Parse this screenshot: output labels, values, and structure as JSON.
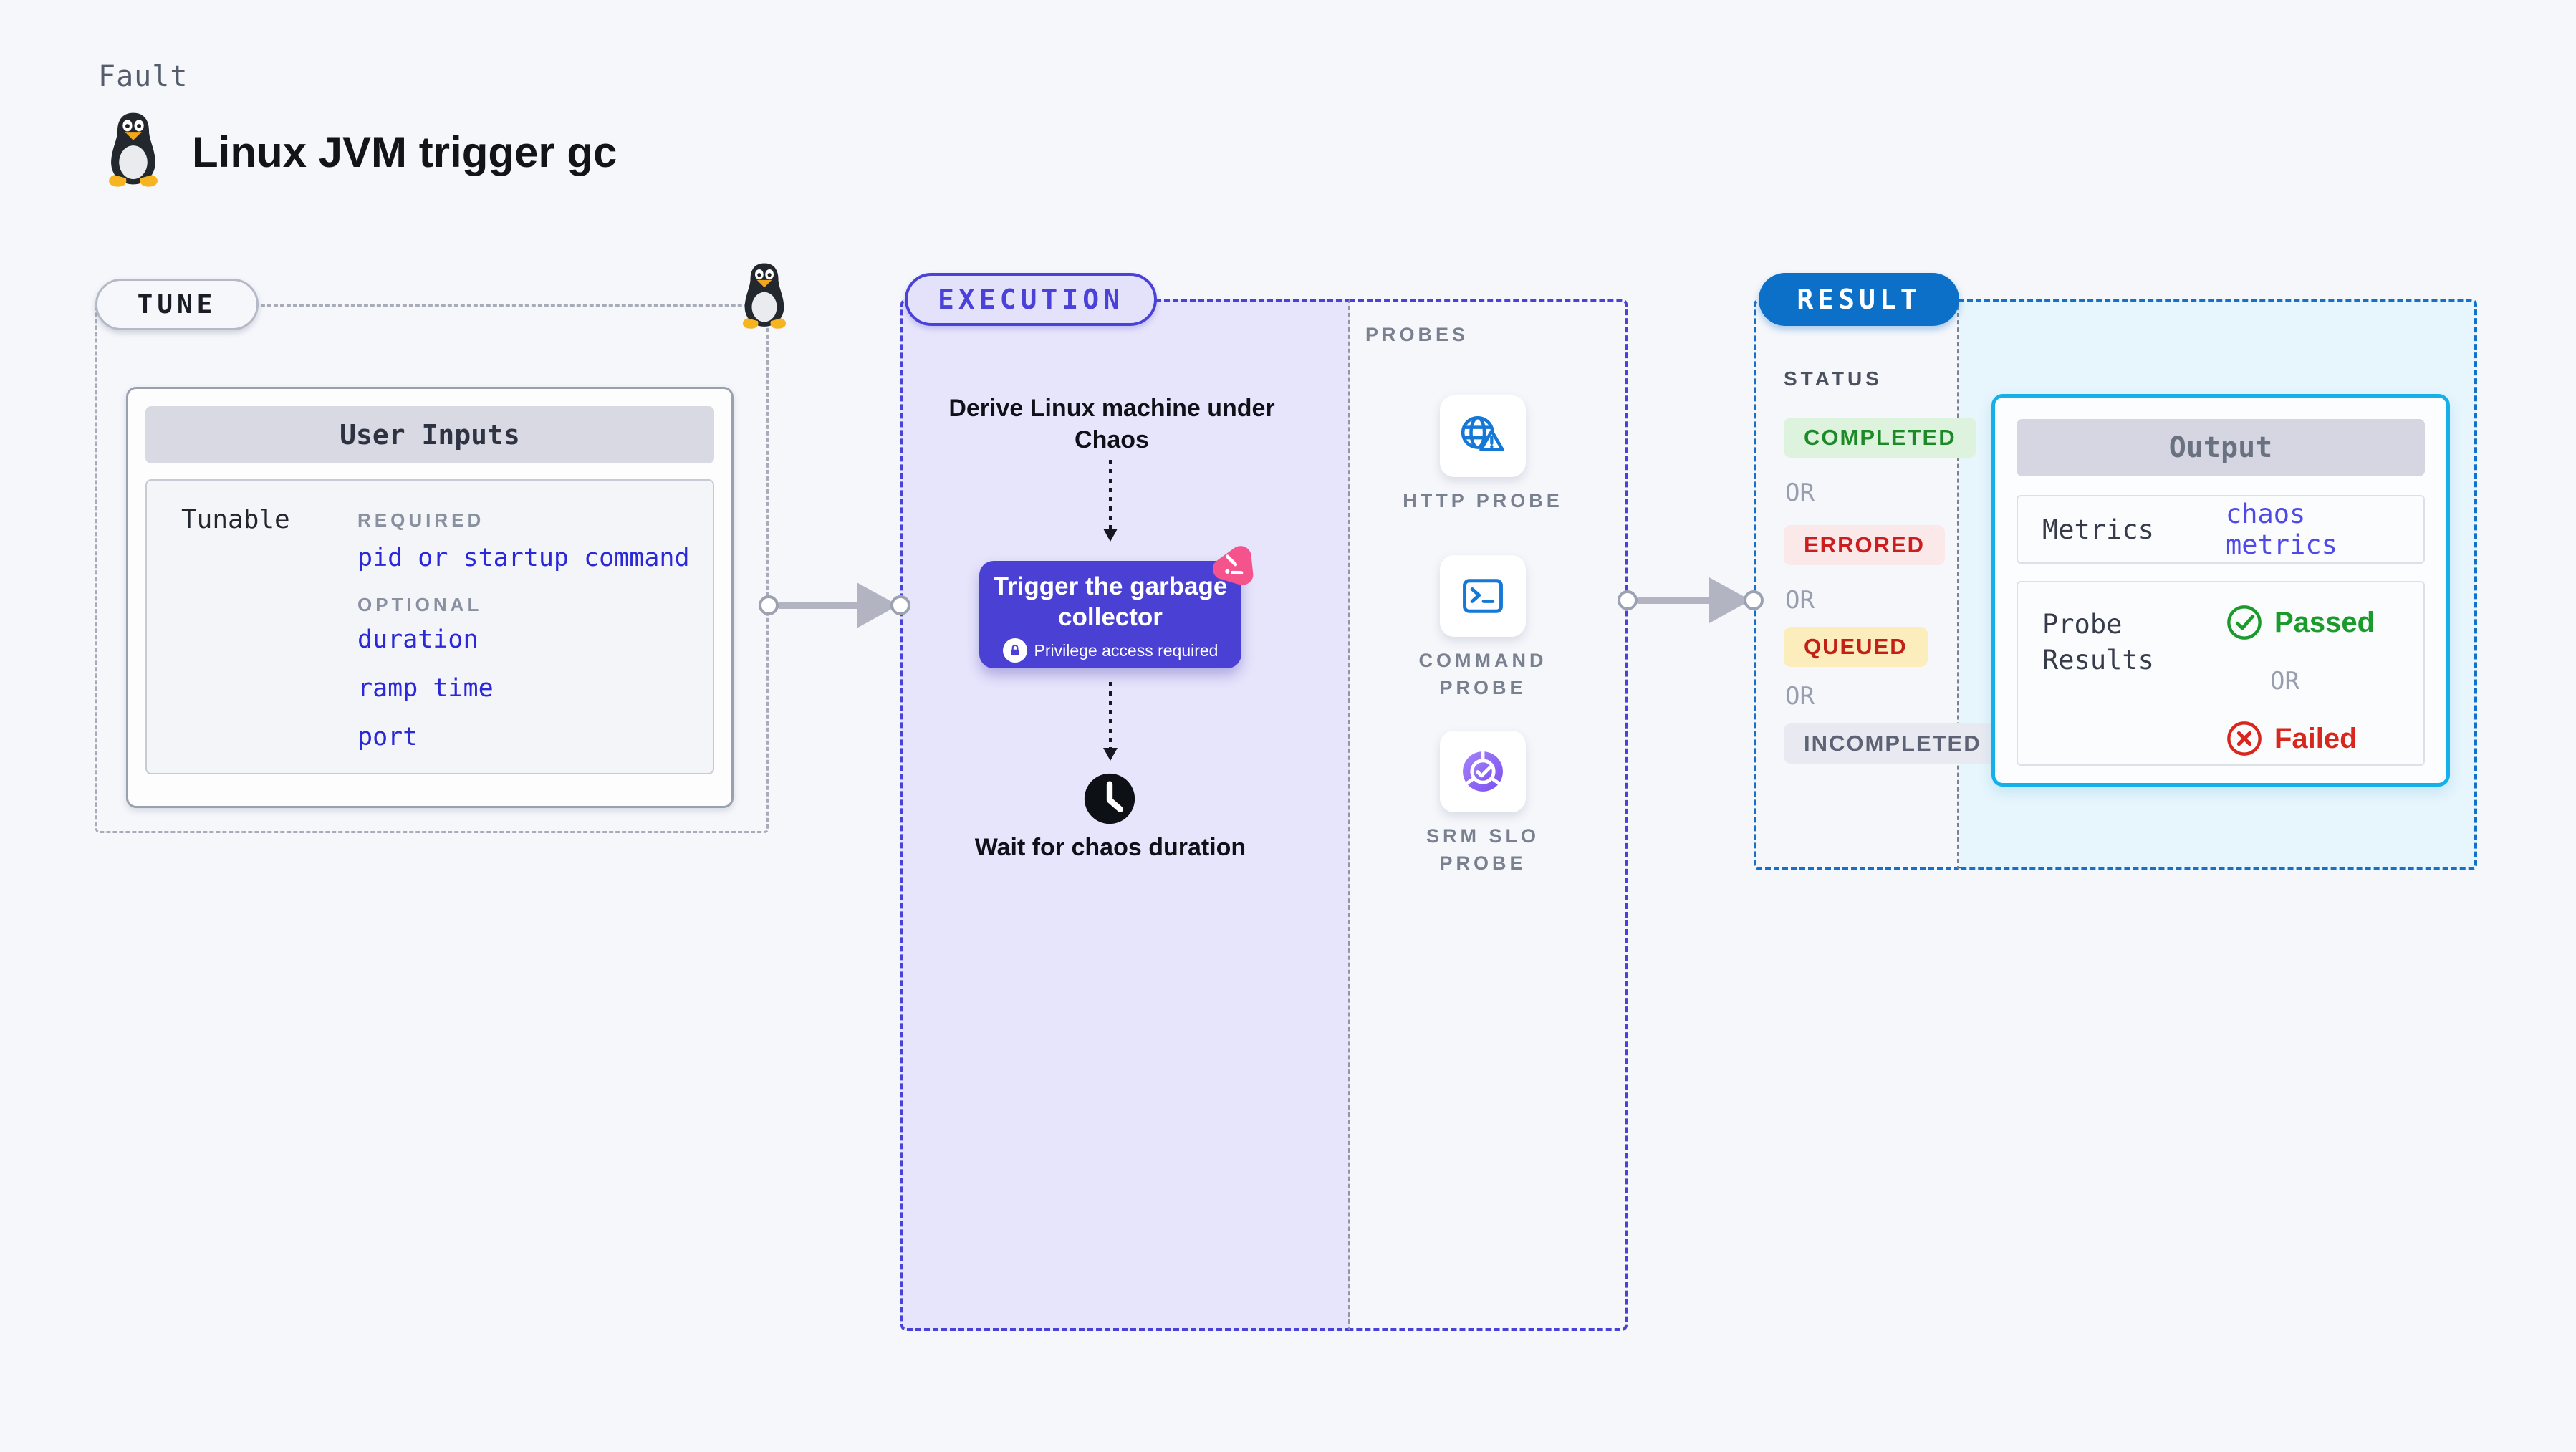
{
  "header": {
    "kicker": "Fault",
    "title": "Linux JVM trigger gc"
  },
  "tune": {
    "pill": "TUNE",
    "card_title": "User Inputs",
    "row_label": "Tunable",
    "required_label": "REQUIRED",
    "required_link": "pid or startup command",
    "optional_label": "OPTIONAL",
    "optional_links": [
      "duration",
      "ramp time",
      "port"
    ]
  },
  "execution": {
    "pill": "EXECUTION",
    "derive_text": "Derive Linux machine under Chaos",
    "action_title": "Trigger the garbage collector",
    "action_note": "Privilege access required",
    "wait_text": "Wait for chaos duration"
  },
  "probes": {
    "label": "PROBES",
    "items": [
      {
        "label": "HTTP PROBE",
        "icon": "globe-alert-icon"
      },
      {
        "label": "COMMAND PROBE",
        "icon": "terminal-icon"
      },
      {
        "label": "SRM SLO PROBE",
        "icon": "slo-donut-icon"
      }
    ]
  },
  "result": {
    "pill": "RESULT",
    "status_label": "STATUS",
    "or_label": "OR",
    "statuses": [
      {
        "label": "COMPLETED",
        "style": "color:#1d8a28;background:#def3de"
      },
      {
        "label": "ERRORED",
        "style": "color:#cb1f1f;background:#fbe9e9"
      },
      {
        "label": "QUEUED",
        "style": "color:#c32017;background:#fcedbc"
      },
      {
        "label": "INCOMPLETED",
        "style": "color:#5d6374;background:#e9eaf1"
      }
    ],
    "output": {
      "title": "Output",
      "metrics_label": "Metrics",
      "metrics_value": "chaos metrics",
      "probe_label": "Probe Results",
      "or_label": "OR",
      "passed": "Passed",
      "failed": "Failed"
    }
  },
  "icons": {
    "tux-icon": "linux penguin",
    "chaos-logo-icon": "pink chaos triangle",
    "lock-icon": "privilege lock",
    "clock-icon": "wait clock",
    "globe-alert-icon": "globe with warning",
    "terminal-icon": "command terminal",
    "slo-donut-icon": "slo donut with check",
    "check-circle-icon": "passed check",
    "x-circle-icon": "failed cross"
  },
  "colors": {
    "accent_indigo": "#4a42d8",
    "accent_blue": "#0d70c8",
    "accent_cyan": "#14b0e7",
    "link_blue": "#2b28d9",
    "passed_green": "#1b9b2c",
    "failed_red": "#d8271c",
    "pink": "#f4538b",
    "lavender_bg": "#e7e5fb",
    "cyan_bg": "#e7f5fc"
  }
}
